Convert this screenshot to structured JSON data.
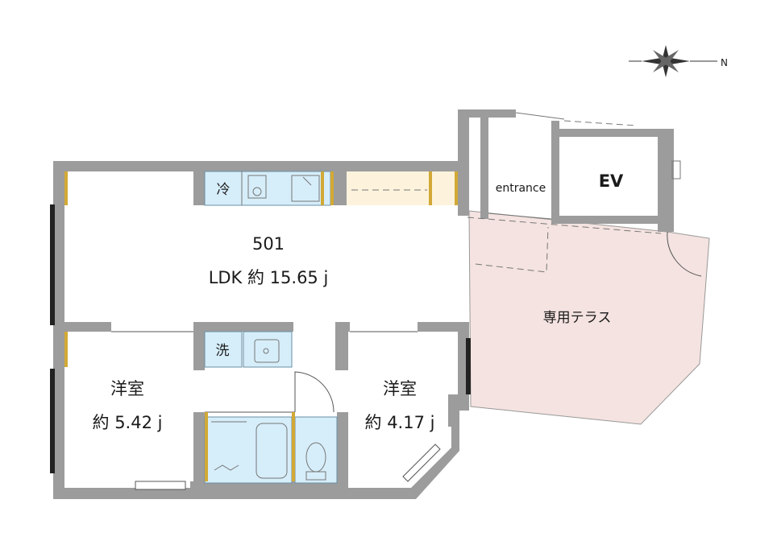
{
  "compass": {
    "north_label": "N",
    "icon": "compass-rose-icon"
  },
  "unit_number": "501",
  "rooms": {
    "ldk": {
      "label": "LDK 約 15.65 j"
    },
    "bedroom_west": {
      "name": "洋室",
      "area": "約 5.42 j"
    },
    "bedroom_east": {
      "name": "洋室",
      "area": "約 4.17 j"
    },
    "terrace": {
      "label": "専用テラス"
    },
    "entrance": {
      "label": "entrance"
    },
    "elevator": {
      "label": "EV"
    }
  },
  "fixtures": {
    "fridge": {
      "label": "冷"
    },
    "washer": {
      "label": "洗"
    }
  },
  "colors": {
    "wall": "#9c9c9c",
    "terrace": "#f4e3e0",
    "fixture": "#d6eefa",
    "closet": "#fdf3dc",
    "accent": "#d2a935"
  }
}
